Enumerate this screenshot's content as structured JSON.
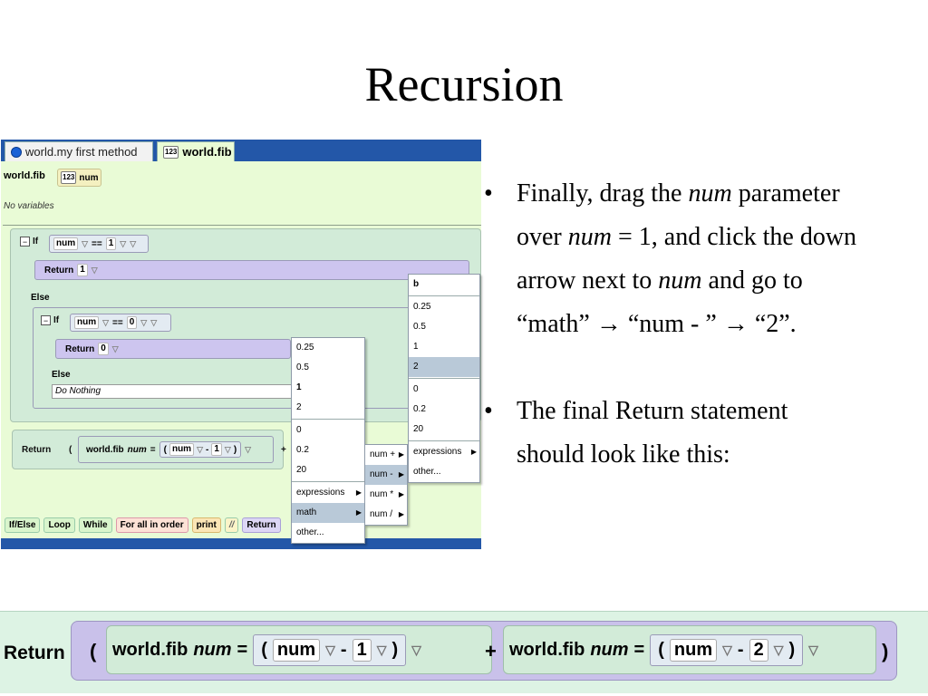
{
  "slide": {
    "title": "Recursion"
  },
  "editor": {
    "tabs": [
      {
        "label": "world.my first method"
      },
      {
        "label": "world.fib"
      }
    ],
    "header": {
      "method": "world.fib",
      "param_badge": "123",
      "param": "num"
    },
    "variables": "No variables",
    "if1": {
      "keyword": "If",
      "left": "num",
      "op": "==",
      "right": "1"
    },
    "return1": {
      "keyword": "Return",
      "value": "1"
    },
    "else_label": "Else",
    "if2": {
      "keyword": "If",
      "left": "num",
      "op": "==",
      "right": "0"
    },
    "return2": {
      "keyword": "Return",
      "value": "0"
    },
    "else2_label": "Else",
    "do_nothing": "Do Nothing",
    "return_expr": {
      "keyword": "Return",
      "open": "(",
      "call": "world.fib",
      "param": "num",
      "eq": "=",
      "inner_open": "(",
      "inner_left": "num",
      "inner_op": "-",
      "inner_right": "1",
      "inner_close": ")",
      "plus": "+"
    },
    "bottom_buttons": [
      "If/Else",
      "Loop",
      "While",
      "For all in order",
      "print",
      "//",
      "Return"
    ]
  },
  "menu_main": {
    "items": [
      "0.25",
      "0.5",
      "1",
      "2",
      "0",
      "0.2",
      "20",
      "expressions",
      "math",
      "other..."
    ],
    "selected": "math"
  },
  "menu_math": {
    "items": [
      "num +",
      "num -",
      "num *",
      "num /"
    ],
    "selected": "num -"
  },
  "menu_num": {
    "items": [
      "b",
      "0.25",
      "0.5",
      "1",
      "2",
      "0",
      "0.2",
      "20",
      "expressions",
      "other..."
    ],
    "selected": "2"
  },
  "bullets": [
    {
      "parts": [
        "Finally, drag the ",
        "num",
        " parameter over ",
        "num",
        " = 1, and click the down arrow next to ",
        "num",
        " and go to “math” ",
        "→",
        " “num - ” ",
        "→",
        " “2”."
      ]
    },
    {
      "text": "The final Return statement should look like this:"
    }
  ],
  "final_return": {
    "keyword": "Return",
    "open": "(",
    "call1": {
      "name": "world.fib",
      "param": "num",
      "eq": "=",
      "open": "(",
      "left": "num",
      "op": "-",
      "right": "1",
      "close": ")"
    },
    "plus": "+",
    "call2": {
      "name": "world.fib",
      "param": "num",
      "eq": "=",
      "open": "(",
      "left": "num",
      "op": "-",
      "right": "2",
      "close": ")"
    },
    "close": ")"
  }
}
